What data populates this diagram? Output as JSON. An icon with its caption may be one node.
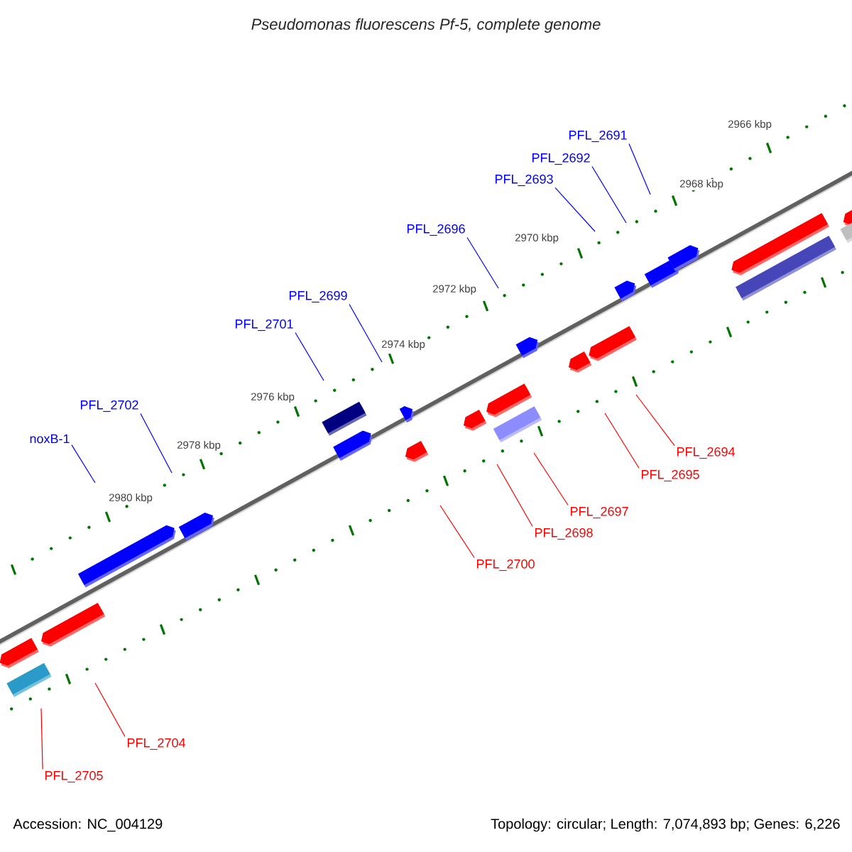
{
  "diagram": {
    "title": "Pseudomonas fluorescens Pf-5, complete genome",
    "nodes": [
      {
        "text": [
          "PFL_2691"
        ]
      },
      {
        "text": [
          "PFL_2692"
        ]
      },
      {
        "text": [
          "PFL_2693"
        ]
      },
      {
        "text": [
          "PFL_2696"
        ]
      },
      {
        "text": [
          "PFL_2699"
        ]
      },
      {
        "text": [
          "PFL_2701"
        ]
      },
      {
        "text": [
          "PFL_2702"
        ]
      },
      {
        "text": [
          "noxB-1"
        ]
      },
      {
        "text": [
          "PFL_2694"
        ]
      },
      {
        "text": [
          "PFL_2695"
        ]
      },
      {
        "text": [
          "PFL_2697"
        ]
      },
      {
        "text": [
          "PFL_2698"
        ]
      },
      {
        "text": [
          "PFL_2700"
        ]
      },
      {
        "text": [
          "PFL_2704"
        ]
      },
      {
        "text": [
          "PFL_2705"
        ]
      }
    ],
    "edges": [
      {
        "from": 0,
        "to": null,
        "arrow": "none",
        "color": "#0000ff"
      },
      {
        "from": 1,
        "to": null,
        "arrow": "none",
        "color": "#0000ff"
      },
      {
        "from": 2,
        "to": null,
        "arrow": "none",
        "color": "#0000ff"
      },
      {
        "from": 3,
        "to": null,
        "arrow": "none",
        "color": "#0000ff"
      },
      {
        "from": 4,
        "to": null,
        "arrow": "none",
        "color": "#0000ff"
      },
      {
        "from": 5,
        "to": null,
        "arrow": "none",
        "color": "#0000ff"
      },
      {
        "from": 6,
        "to": null,
        "arrow": "none",
        "color": "#0000ff"
      },
      {
        "from": 7,
        "to": null,
        "arrow": "none",
        "color": "#0000ff"
      },
      {
        "from": 8,
        "to": null,
        "arrow": "none",
        "color": "#ff0000"
      },
      {
        "from": 9,
        "to": null,
        "arrow": "none",
        "color": "#ff0000"
      },
      {
        "from": 10,
        "to": null,
        "arrow": "none",
        "color": "#ff0000"
      },
      {
        "from": 11,
        "to": null,
        "arrow": "none",
        "color": "#ff0000"
      },
      {
        "from": 12,
        "to": null,
        "arrow": "none",
        "color": "#ff0000"
      },
      {
        "from": 13,
        "to": null,
        "arrow": "none",
        "color": "#ff0000"
      },
      {
        "from": 14,
        "to": null,
        "arrow": "none",
        "color": "#ff0000"
      }
    ],
    "labels": [
      "2966 kbp",
      "2968 kbp",
      "2970 kbp",
      "2972 kbp",
      "2974 kbp",
      "2976 kbp",
      "2978 kbp",
      "2980 kbp",
      "Accession: NC_004129",
      "Topology: circular; Length: 7,074,893 bp; Genes: 6,226"
    ]
  }
}
